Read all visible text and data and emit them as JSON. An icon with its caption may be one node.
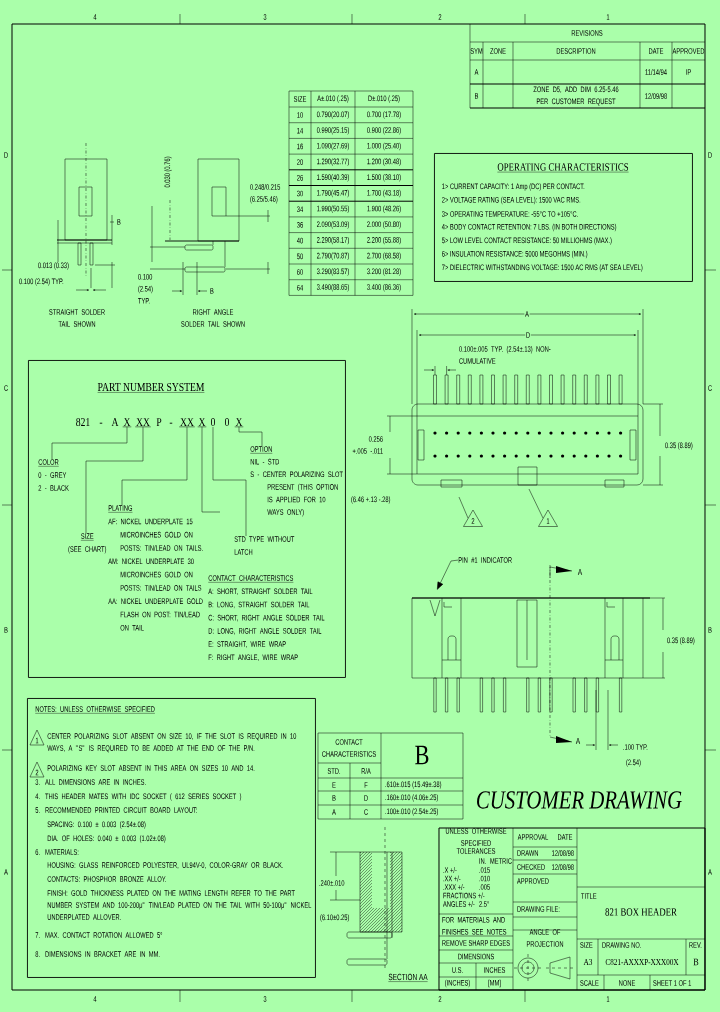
{
  "diagram": {
    "nodes": [
      {
        "text": [
          "OPERATING CHARACTERISTICS",
          "1> CURRENT CAPACITY: 1 Amp (DC) PER CONTACT.",
          "2> VOLTAGE RATING (SEA LEVEL): 1500 VAC RMS.",
          "3> OPERATING TEMPERATURE: -55°C TO +105°C.",
          "4> BODY CONTACT RETENTION: 7 LBS. (IN BOTH DIRECTIONS)",
          "5> LOW LEVEL CONTACT RESISTANCE: 50 MILLIOHMS (MAX.)",
          "6> INSULATION RESISTANCE: 5000 MEGOHMS (MIN.)",
          "7> DIELECTRIC WITHSTANDING VOLTAGE: 1500 AC RMS (AT SEA LEVEL)"
        ]
      },
      {
        "text": [
          "PART NUMBER SYSTEM"
        ]
      },
      {
        "text": [
          "821"
        ],
        "in": 1
      },
      {
        "text": [
          "-"
        ],
        "in": 1
      },
      {
        "text": [
          "A"
        ],
        "in": 1
      },
      {
        "text": [
          "X"
        ],
        "in": 1
      },
      {
        "text": [
          "XX"
        ],
        "in": 1
      },
      {
        "text": [
          "P"
        ],
        "in": 1
      },
      {
        "text": [
          "-"
        ],
        "in": 1
      },
      {
        "text": [
          "XX"
        ],
        "in": 1
      },
      {
        "text": [
          "X"
        ],
        "in": 1
      },
      {
        "text": [
          "0"
        ],
        "in": 1
      },
      {
        "text": [
          "0"
        ],
        "in": 1
      },
      {
        "text": [
          "X"
        ],
        "in": 1
      },
      {
        "text": [
          "COLOR",
          "0 - GREY",
          "2 - BLACK"
        ],
        "in": 1
      },
      {
        "text": [
          "SIZE",
          "(SEE CHART)"
        ],
        "in": 1
      },
      {
        "text": [
          "PLATING",
          "AF: NICKEL UNDERPLATE 15 MICROINCHES GOLD ON POSTS: TIN/LEAD ON TAILS.",
          "AM: NICKEL UNDERPLATE 30 MICROINCHES GOLD ON POSTS: TIN/LEAD ON TAILS",
          "AA: NICKEL UNDERPLATE GOLD FLASH ON POST: TIN/LEAD ON TAIL"
        ],
        "in": 1
      },
      {
        "text": [
          "STD TYPE WITHOUT LATCH"
        ],
        "in": 1
      },
      {
        "text": [
          "CONTACT CHARACTERISTICS",
          "A: SHORT, STRAIGHT SOLDER TAIL",
          "B: LONG, STRAIGHT SOLDER TAIL",
          "C: SHORT, RIGHT ANGLE SOLDER TAIL",
          "D: LONG, RIGHT ANGLE SOLDER TAIL",
          "E: STRAIGHT, WIRE WRAP",
          "F: RIGHT ANGLE, WIRE WRAP"
        ],
        "in": 1
      },
      {
        "text": [
          "OPTION",
          "NIL - STD",
          "S - CENTER POLARIZING SLOT PRESENT (THIS OPTION IS APPLIED FOR 10 WAYS ONLY)"
        ],
        "in": 1
      },
      {
        "text": [
          "NOTES: UNLESS OTHERWISE SPECIFIED",
          "1",
          "CENTER POLARIZING SLOT ABSENT ON SIZE 10, IF THE SLOT IS REQUIRED IN 10 WAYS, A \"S\" IS REQUIRED TO BE ADDED AT THE END OF THE P/N.",
          "2",
          "POLARIZING KEY SLOT ABSENT IN THIS AREA ON SIZES 10 AND 14.",
          "3. ALL DIMENSIONS ARE IN INCHES.",
          "4. THIS HEADER MATES WITH IDC SOCKET ( 612 SERIES SOCKET )",
          "5. RECOMMENDED PRINTED CIRCUIT BOARD LAYOUT:",
          "SPACING: 0.100 ± 0.003 (2.54±.08)",
          "DIA. OF HOLES: 0.040 ± 0.003 (1.02±.08)",
          "6. MATERIALS:",
          "HOUSING: GLASS REINFORCED POLYESTER, UL94V-0, COLOR-GRAY OR BLACK.",
          "CONTACTS: PHOSPHOR BRONZE ALLOY.",
          "FINISH: GOLD THICKNESS PLATED ON THE MATING LENGTH REFER TO THE PART NUMBER SYSTEM AND 100-200μ\" TIN/LEAD PLATED ON THE TAIL WITH 50-100μ\" NICKEL UNDERPLATED ALLOVER.",
          "7. MAX. CONTACT ROTATION ALLOWED 5°",
          "8. DIMENSIONS IN BRACKET ARE IN MM."
        ]
      },
      {
        "text": [
          "2"
        ]
      },
      {
        "text": [
          "1"
        ]
      },
      {
        "text": [
          "PIN #1 INDICATOR"
        ]
      }
    ],
    "edges": [
      {
        "from": 5,
        "to": 14,
        "arrow": "none"
      },
      {
        "from": 6,
        "to": 15,
        "arrow": "none"
      },
      {
        "from": 9,
        "to": 16,
        "arrow": "none"
      },
      {
        "from": 10,
        "to": null,
        "arrow": "none"
      },
      {
        "from": 11,
        "to": 17,
        "arrow": "none"
      },
      {
        "from": 13,
        "to": 19,
        "arrow": "none"
      },
      {
        "from": 21,
        "to": null,
        "arrow": "none"
      },
      {
        "from": 22,
        "to": null,
        "arrow": "none"
      },
      {
        "from": 23,
        "to": null,
        "arrow": "to"
      }
    ],
    "labels": [
      "4",
      "3",
      "2",
      "1",
      "D",
      "D",
      "C",
      "C",
      "B",
      "B",
      "A",
      "A",
      "4",
      "3",
      "2",
      "1",
      "REVISIONS",
      "SYM",
      "ZONE",
      "DESCRIPTION",
      "DATE",
      "APPROVED",
      "A",
      "11/14/94",
      "IP",
      "B",
      "ZONE D5, ADD DIM 6.25-5.46 PER CUSTOMER REQUEST",
      "12/09/98",
      "SIZE",
      "A±.010 (.25)",
      "D±.010 (.25)",
      "10",
      "0.790(20.07)",
      "0.700 (17.78)",
      "14",
      "0.990(25.15)",
      "0.900 (22.86)",
      "16",
      "1.090(27.69)",
      "1.000 (25.40)",
      "20",
      "1.290(32.77)",
      "1.200 (30.48)",
      "26",
      "1.590(40.39)",
      "1.500 (38.10)",
      "30",
      "1.790(45.47)",
      "1.700 (43.18)",
      "34",
      "1.990(50.55)",
      "1.900 (48.26)",
      "36",
      "2.090(53.09)",
      "2.000 (50.80)",
      "40",
      "2.290(58.17)",
      "2.200 (55.88)",
      "50",
      "2.790(70.87)",
      "2.700 (68.58)",
      "60",
      "3.290(83.57)",
      "3.200 (81.28)",
      "64",
      "3.490(88.65)",
      "3.400 (86.36)",
      "B",
      "0.013 (0.33)",
      "0.100 (2.54) TYP.",
      "STRAIGHT SOLDER TAIL SHOWN",
      "0.030 (0.76)",
      "0.248/0.215 (6.25/5.46)",
      "B",
      "0.100 (2.54) TYP.",
      "RIGHT ANGLE SOLDER TAIL SHOWN",
      "A",
      "D",
      "0.100±.005 TYP. (2.54±.13) NON-CUMULATIVE",
      "0.256 +.005 -.011",
      "(6.46 +.13 -.28)",
      "0.35 (8.89)",
      "A",
      "0.35 (8.89)",
      "A",
      ".100 TYP.",
      "(2.54)",
      "CONTACT CHARACTERISTICS",
      "B",
      "STD.",
      "R/A",
      "E",
      "F",
      ".610±.015 (15.49±.38)",
      "B",
      "D",
      ".160±.010 (4.06±.25)",
      "A",
      "C",
      ".100±.010 (2.54±.25)",
      ".240±.010",
      "(6.10±0.25)",
      "SECTION AA",
      "CUSTOMER DRAWING",
      "UNLESS OTHERWISE SPECIFIED",
      "TOLERANCES",
      "IN.",
      "METRIC",
      ".X +/-",
      ".015",
      ".XX +/-",
      ".010",
      ".XXX +/-",
      ".005",
      "FRACTIONS +/-",
      "ANGLES +/-",
      "2.5°",
      "FOR MATERIALS AND FINISHES SEE NOTES",
      "REMOVE SHARP EDGES",
      "DIMENSIONS",
      "U.S.",
      "INCHES",
      "(INCHES)",
      "[MM]",
      "APPROVAL",
      "DATE",
      "DRAWN",
      "12/08/98",
      "CHECKED",
      "12/08/98",
      "APPROVED",
      "DRAWING FILE:",
      "ANGLE OF PROJECTION",
      "TITLE",
      "821 BOX HEADER",
      "SIZE",
      "DRAWING NO.",
      "REV.",
      "A3",
      "C821-AXXXP-XXX00X",
      "B",
      "SCALE",
      "NONE",
      "SHEET 1 OF 1"
    ]
  }
}
